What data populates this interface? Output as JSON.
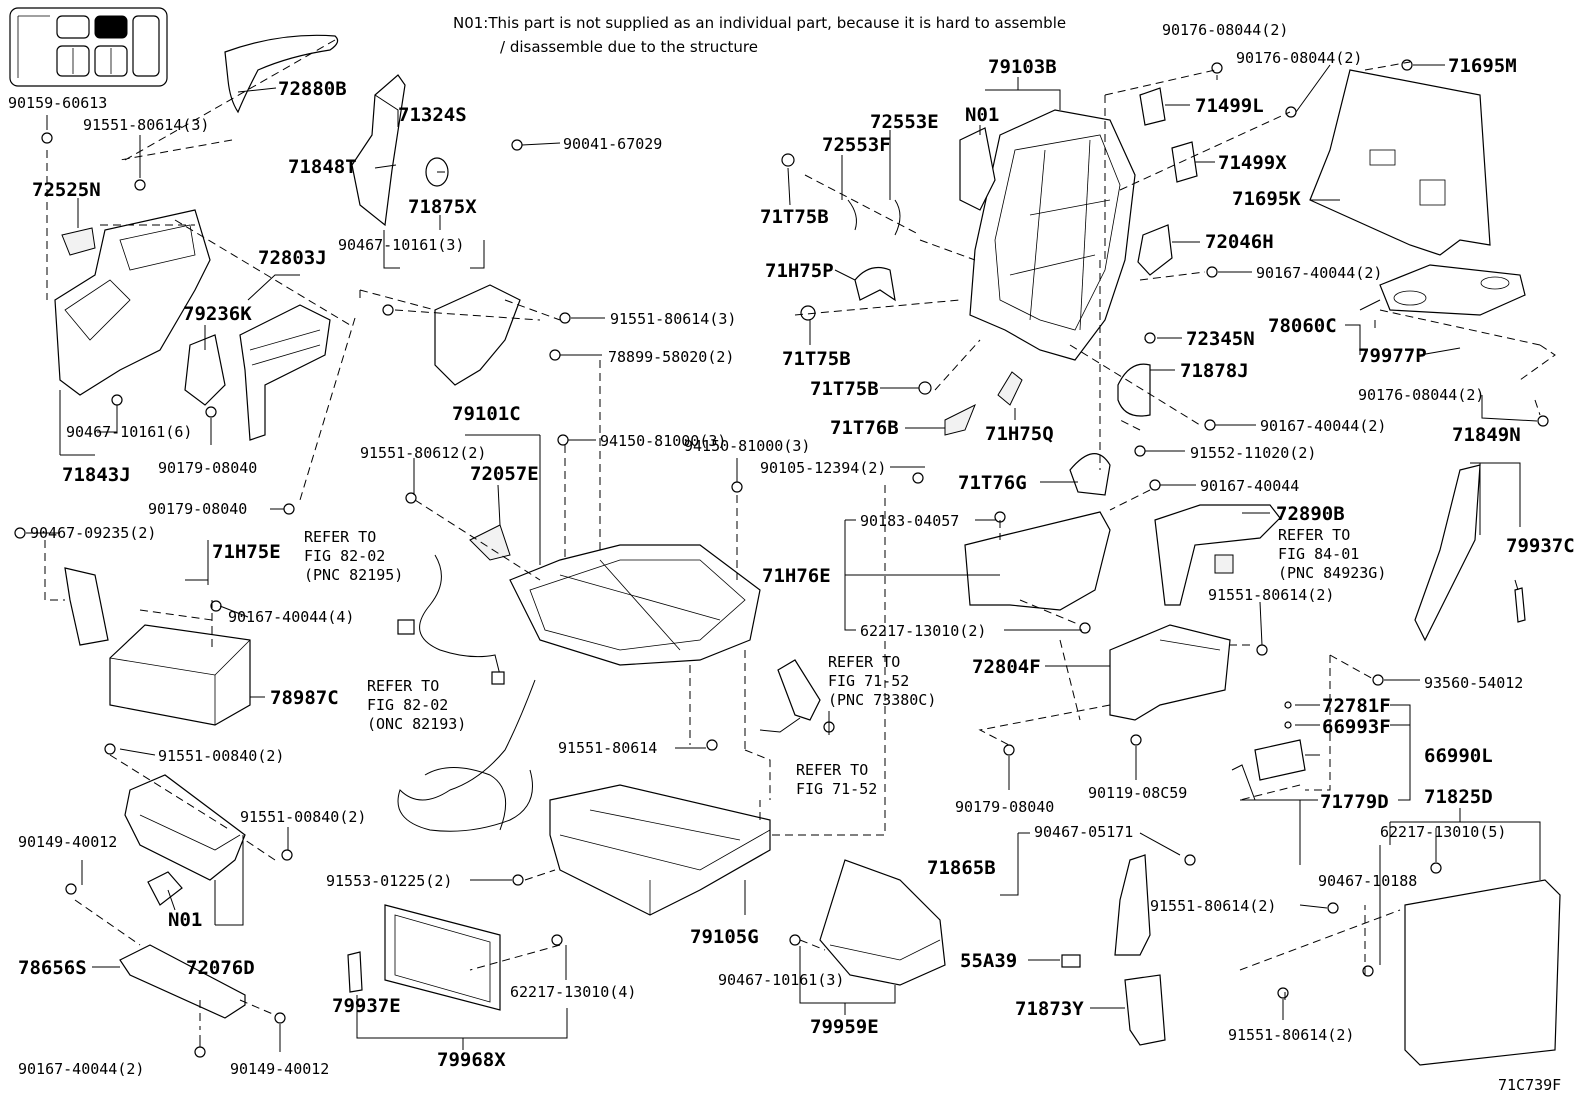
{
  "note": {
    "line1": "N01:This part is not supplied as an individual part, because it is hard to assemble",
    "line2": "/ disassemble due to the structure"
  },
  "figure_code": "71C739F",
  "labels": {
    "l72880B": "72880B",
    "l90159_60613": "90159-60613",
    "l91551_80614_3a": "91551-80614(3)",
    "l71324S": "71324S",
    "l71848T": "71848T",
    "l90041_67029": "90041-67029",
    "l72525N": "72525N",
    "l71875X": "71875X",
    "l90467_10161_3a": "90467-10161(3)",
    "l72803J": "72803J",
    "l79236K": "79236K",
    "l90467_10161_6": "90467-10161(6)",
    "l90179_08040a": "90179-08040",
    "l71843J": "71843J",
    "l90179_08040b": "90179-08040",
    "l91551_80614_3b": "91551-80614(3)",
    "l78899_58020_2": "78899-58020(2)",
    "l94150_81000_3a": "94150-81000(3)",
    "l79101C": "79101C",
    "l91551_80612_2": "91551-80612(2)",
    "l72057E": "72057E",
    "l94150_81000_3b": "94150-81000(3)",
    "l90105_12394_2": "90105-12394(2)",
    "l90467_09235_2": "90467-09235(2)",
    "l71H75E": "71H75E",
    "ref1a": "REFER TO",
    "ref1b": "FIG 82-02",
    "ref1c": "(PNC 82195)",
    "l90167_40044_4": "90167-40044(4)",
    "l78987C": "78987C",
    "ref2a": "REFER TO",
    "ref2b": "FIG 82-02",
    "ref2c": "(ONC 82193)",
    "ref3a": "REFER TO",
    "ref3b": "FIG 71-52",
    "ref3c": "(PNC 73380C)",
    "l91551_80614a": "91551-80614",
    "ref4a": "REFER TO",
    "ref4b": "FIG 71-52",
    "l91551_00840_2a": "91551-00840(2)",
    "l91551_00840_2b": "91551-00840(2)",
    "l90149_40012a": "90149-40012",
    "lN01b": "N01",
    "l72076D": "72076D",
    "l78656S": "78656S",
    "l91553_01225_2": "91553-01225(2)",
    "l79105G": "79105G",
    "l62217_13010_4": "62217-13010(4)",
    "l79937E": "79937E",
    "l79968X": "79968X",
    "l90167_40044_2a": "90167-40044(2)",
    "l90149_40012b": "90149-40012",
    "l90467_10161_3b": "90467-10161(3)",
    "l79959E": "79959E",
    "l79103B": "79103B",
    "lN01a": "N01",
    "l72553E": "72553E",
    "l72553F": "72553F",
    "l71T75Ba": "71T75B",
    "l71H75P": "71H75P",
    "l71T75Bb": "71T75B",
    "l71T75Bc": "71T75B",
    "l71T76B": "71T76B",
    "l71H75Q": "71H75Q",
    "l90176_08044_2a": "90176-08044(2)",
    "l90176_08044_2b": "90176-08044(2)",
    "l71695M": "71695M",
    "l71499L": "71499L",
    "l71499X": "71499X",
    "l71695K": "71695K",
    "l72046H": "72046H",
    "l90167_40044_2b": "90167-40044(2)",
    "l72345N": "72345N",
    "l78060C": "78060C",
    "l79977P": "79977P",
    "l71878J": "71878J",
    "l90176_08044_2c": "90176-08044(2)",
    "l90167_40044_2c": "90167-40044(2)",
    "l91552_11020_2": "91552-11020(2)",
    "l71849N": "71849N",
    "l71T76G": "71T76G",
    "l90167_40044": "90167-40044",
    "l72890B": "72890B",
    "l90183_04057": "90183-04057",
    "l71H76E": "71H76E",
    "l62217_13010_2": "62217-13010(2)",
    "ref5a": "REFER TO",
    "ref5b": "FIG 84-01",
    "ref5c": "(PNC 84923G)",
    "l79937C": "79937C",
    "l91551_80614_2a": "91551-80614(2)",
    "l72804F": "72804F",
    "l93560_54012": "93560-54012",
    "l72781F": "72781F",
    "l66993F": "66993F",
    "l66990L": "66990L",
    "l90179_08040c": "90179-08040",
    "l90119_08C59": "90119-08C59",
    "l71779D": "71779D",
    "l71825D": "71825D",
    "l90467_05171": "90467-05171",
    "l62217_13010_5": "62217-13010(5)",
    "l71865B": "71865B",
    "l90467_10188": "90467-10188",
    "l91551_80614_2b": "91551-80614(2)",
    "l55A39": "55A39",
    "l71873Y": "71873Y",
    "l91551_80614_2c": "91551-80614(2)"
  }
}
